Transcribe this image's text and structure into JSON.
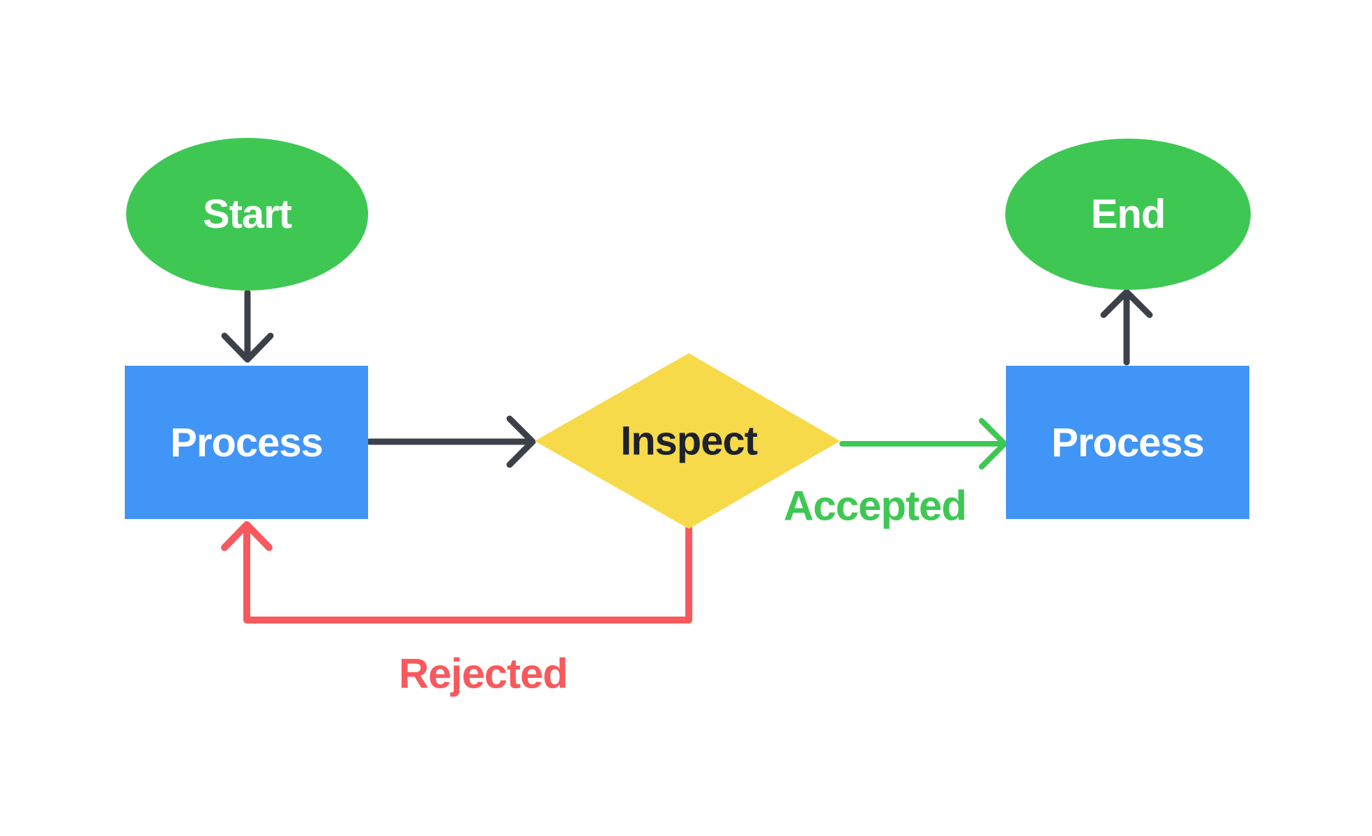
{
  "colors": {
    "background": "#ffffff",
    "green": "#3ec853",
    "blue": "#4195f6",
    "yellow": "#f7da4a",
    "red": "#f7595d",
    "dark": "#3c4049",
    "label-on-fill": "#ffffff",
    "decision-text": "#1e222c"
  },
  "nodes": {
    "start": {
      "label": "Start"
    },
    "process_left": {
      "label": "Process"
    },
    "inspect": {
      "label": "Inspect"
    },
    "process_right": {
      "label": "Process"
    },
    "end": {
      "label": "End"
    }
  },
  "edge_labels": {
    "accepted": "Accepted",
    "rejected": "Rejected"
  }
}
